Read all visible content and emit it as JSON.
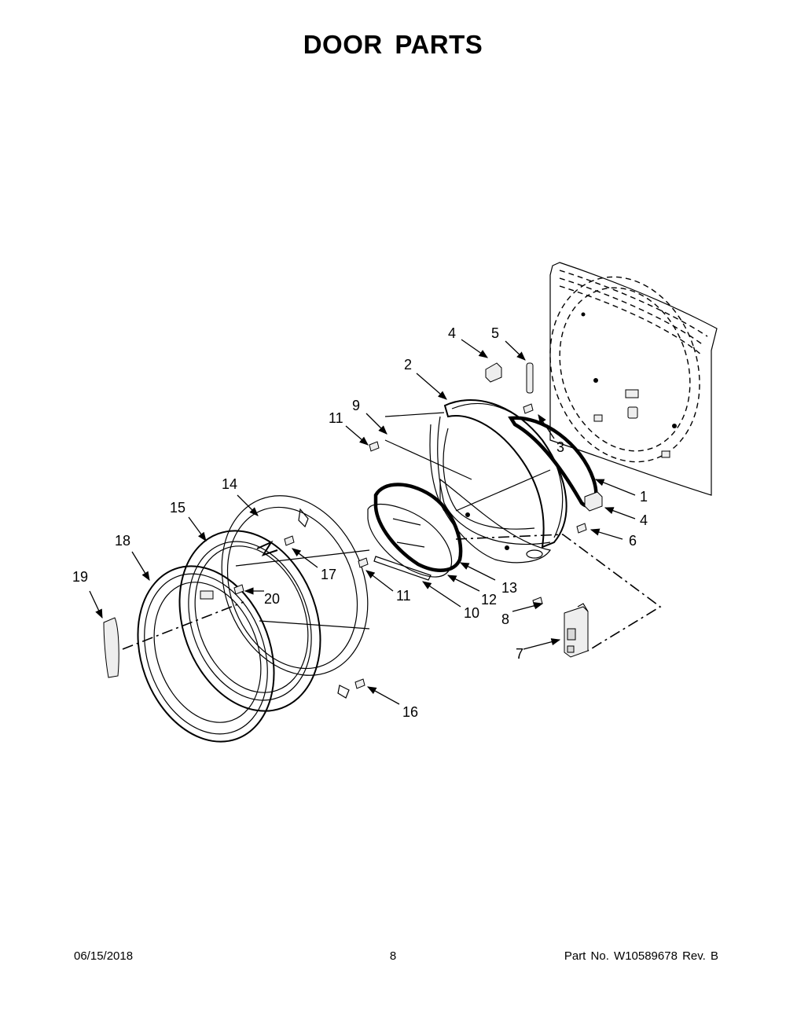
{
  "title": "DOOR PARTS",
  "footer": {
    "date": "06/15/2018",
    "page": "8",
    "part_no": "Part No.  W10589678  Rev.  B"
  },
  "callouts": [
    "1",
    "2",
    "3",
    "4",
    "4",
    "5",
    "6",
    "7",
    "8",
    "9",
    "10",
    "11",
    "11",
    "12",
    "13",
    "14",
    "15",
    "16",
    "17",
    "18",
    "19",
    "20"
  ]
}
